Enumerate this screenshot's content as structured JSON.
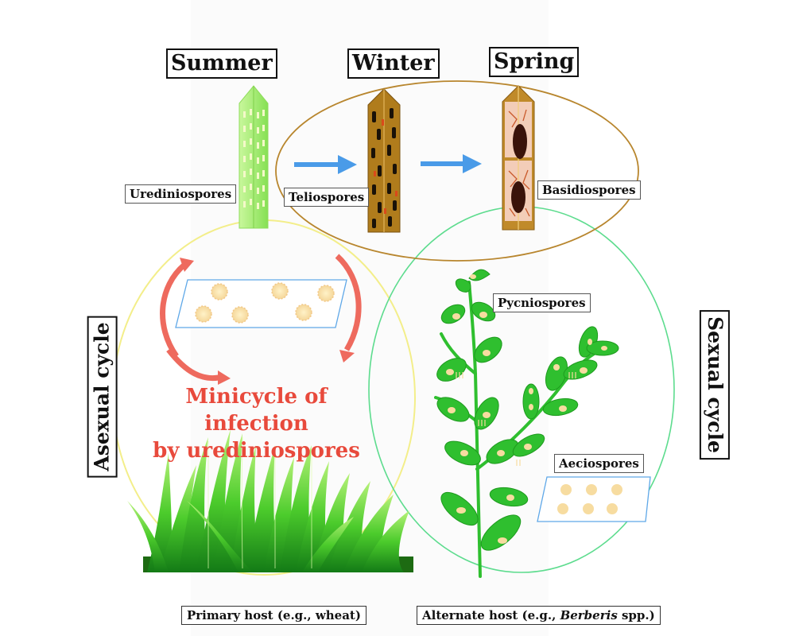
{
  "seasons": {
    "summer": "Summer",
    "winter": "Winter",
    "spring": "Spring"
  },
  "spores": {
    "urediniospores": "Urediniospores",
    "teliospores": "Teliospores",
    "basidiospores": "Basidiospores",
    "pycniospores": "Pycniospores",
    "aeciospores": "Aeciospores"
  },
  "cycles": {
    "asexual": "Asexual cycle",
    "sexual": "Sexual cycle"
  },
  "minicycle": {
    "line1": "Minicycle of infection",
    "line2": "by urediniospores"
  },
  "hosts": {
    "primary": "Primary host (e.g., wheat)",
    "alternate_prefix": "Alternate host (e.g., ",
    "alternate_genus": "Berberis",
    "alternate_suffix": " spp.)"
  },
  "colors": {
    "asexual_circle": "#f3ee8a",
    "sexual_circle": "#5ddc8e",
    "winter_spring_ellipse": "#b8862e",
    "arrow_blue": "#4a9be8",
    "arrow_red": "#ee6a5e",
    "minicycle_text": "#e84a3c",
    "leaf_green": "#2fbf2f",
    "summer_leaf": "#a6ef72",
    "winter_leaf": "#a8741a",
    "spring_leaf": "#c08a2a"
  }
}
